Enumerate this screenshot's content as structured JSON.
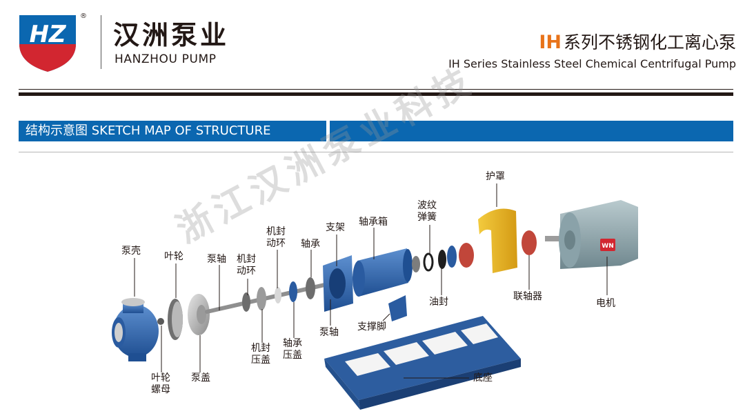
{
  "header": {
    "logo_text": "HZ",
    "registered_mark": "®",
    "brand_cn": "汉洲泵业",
    "brand_en": "HANZHOU PUMP",
    "title_prefix": "IH",
    "title_cn": "系列不锈钢化工离心泵",
    "title_en": "IH Series Stainless Steel Chemical Centrifugal Pump"
  },
  "section": {
    "title": "结构示意图  SKETCH MAP OF STRUCTURE"
  },
  "watermark": "浙江汉洲泵业科技",
  "labels": {
    "pump_casing": "泵壳",
    "impeller": "叶轮",
    "impeller_nut": "叶轮\n螺母",
    "pump_cover": "泵盖",
    "pump_shaft_top": "泵轴",
    "seal_rotating_ring_1": "机封\n动环",
    "seal_rotating_ring_2": "机封\n动环",
    "seal_gland": "机封\n压盖",
    "bearing": "轴承",
    "bearing_gland": "轴承\n压盖",
    "bracket": "支架",
    "pump_shaft_bottom": "泵轴",
    "bearing_box": "轴承箱",
    "support_foot": "支撑脚",
    "wave_spring": "波纹\n弹簧",
    "oil_seal": "油封",
    "guard": "护罩",
    "coupling": "联轴器",
    "motor": "电机",
    "motor_badge": "WN",
    "base": "底座"
  },
  "colors": {
    "brand_blue": "#0b67b0",
    "accent_orange": "#e8731a",
    "logo_red": "#d22630",
    "pump_blue": "#2e63a8",
    "guard_yellow": "#e9b820",
    "coupling_red": "#c1463a",
    "motor_grey": "#8fa6ad"
  }
}
